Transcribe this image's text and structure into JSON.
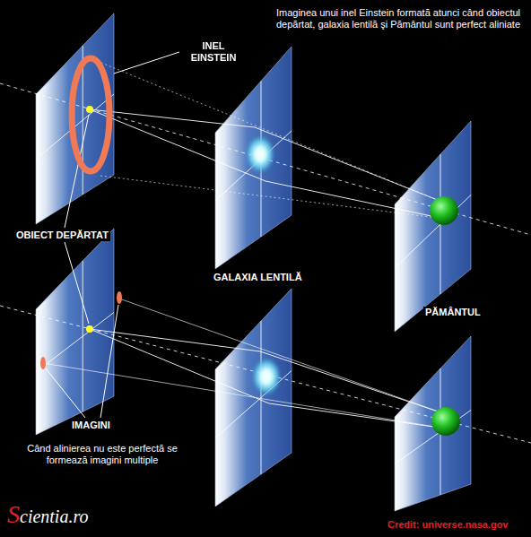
{
  "diagram": {
    "title": "Imaginea unui inel Einstein formată atunci când obiectul depărtat, galaxia lentilă şi Pământul sunt perfect aliniate",
    "labels": [
      "INEL EINSTEIN",
      "OBIECT DEPĂRTAT",
      "GALAXIA LENTILĂ",
      "PĂMÂNTUL",
      "IMAGINI",
      "Când alinierea nu este perfectă se formează imagini multiple",
      "Scientia.ro",
      "Credit: universe.nasa.gov"
    ]
  }
}
